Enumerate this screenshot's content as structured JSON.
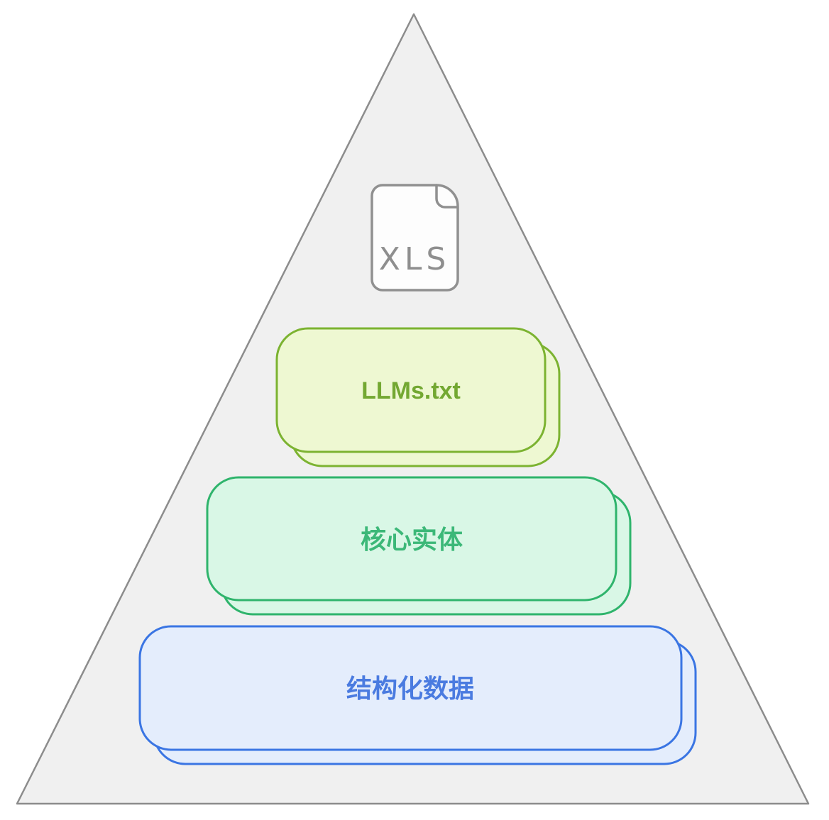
{
  "diagram": {
    "type": "pyramid",
    "pyramid": {
      "fill": "#f0f0f0",
      "stroke": "#8c8c8c"
    },
    "file_icon": {
      "label": "XLS",
      "stroke": "#909090",
      "fill": "#fdfdfd",
      "text_color": "#8e8e8e"
    },
    "levels": [
      {
        "label": "LLMs.txt",
        "fill": "#eef8d2",
        "stroke": "#7cb331",
        "text_color": "#73a832"
      },
      {
        "label": "核心实体",
        "fill": "#d9f7e6",
        "stroke": "#2fb46c",
        "text_color": "#3cb878"
      },
      {
        "label": "结构化数据",
        "fill": "#e4edfc",
        "stroke": "#3a75e3",
        "text_color": "#4a7be0"
      }
    ]
  }
}
